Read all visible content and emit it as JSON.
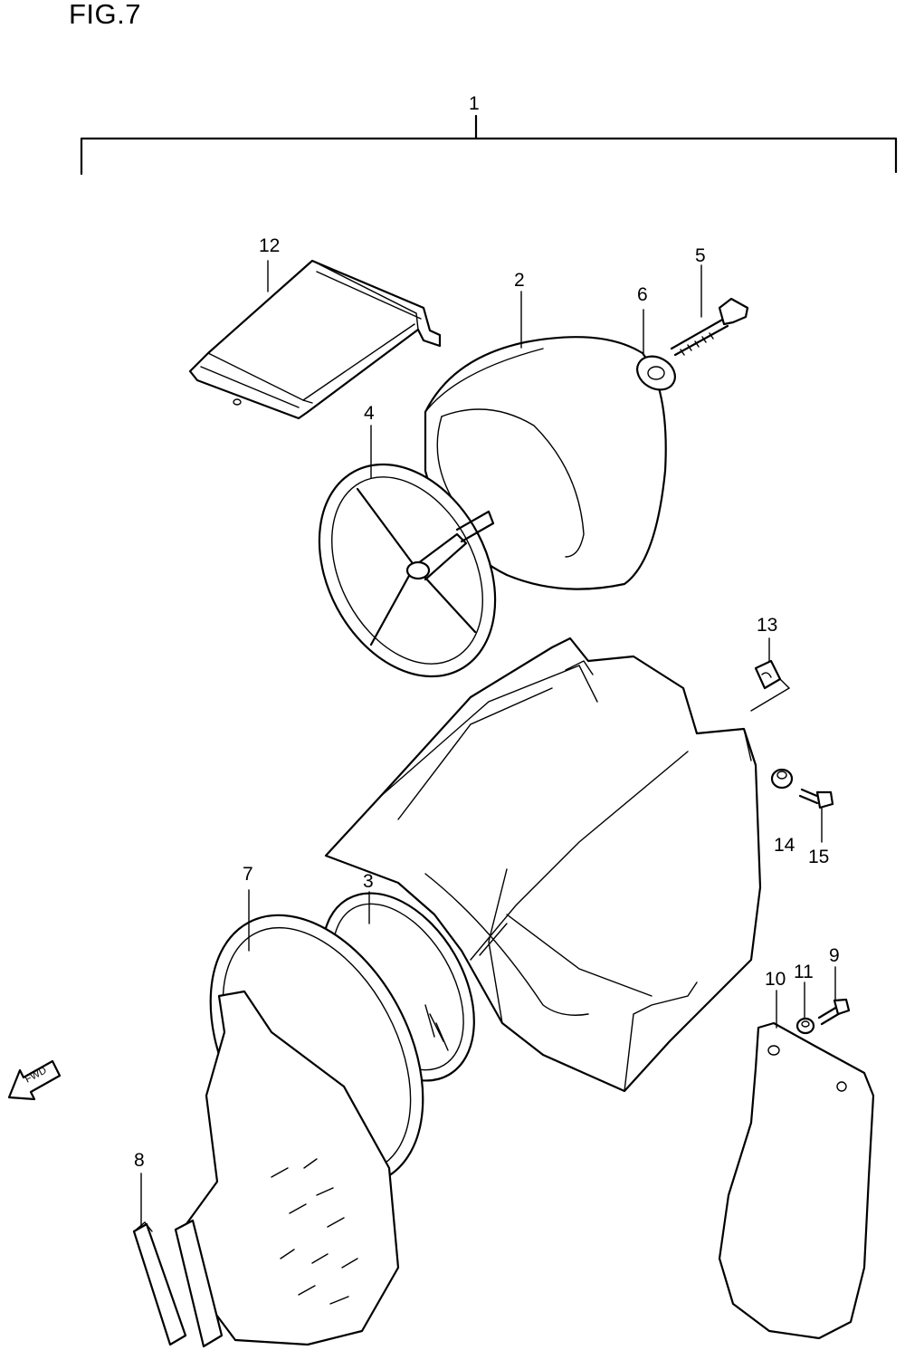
{
  "figure": {
    "title": "FIG.7"
  },
  "callouts": {
    "c1": "1",
    "c2": "2",
    "c3": "3",
    "c4": "4",
    "c5": "5",
    "c6": "6",
    "c7": "7",
    "c8": "8",
    "c9": "9",
    "c10": "10",
    "c11": "11",
    "c12": "12",
    "c13": "13",
    "c14": "14",
    "c15": "15"
  },
  "direction_marker": {
    "label": "FWD",
    "icon": "arrow-left-down-icon"
  },
  "colors": {
    "ink": "#000000",
    "paper": "#ffffff"
  }
}
